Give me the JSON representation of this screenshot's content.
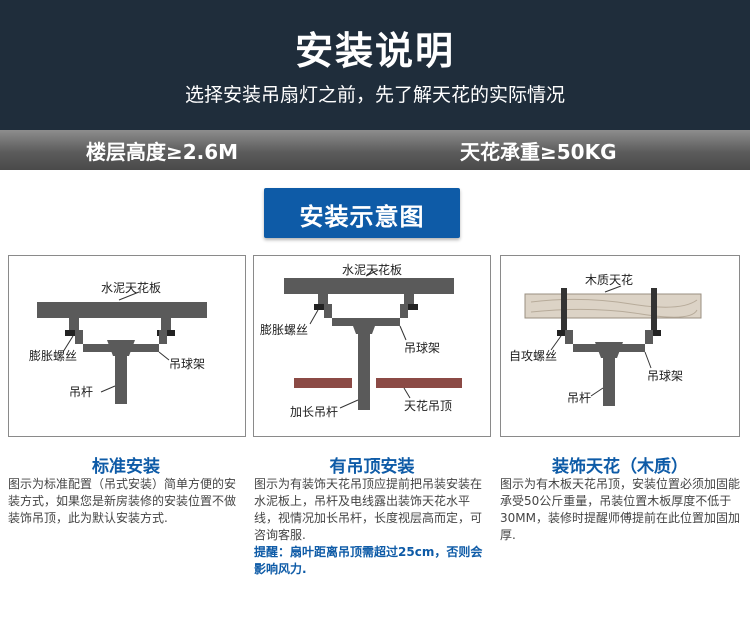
{
  "header": {
    "title": "安装说明",
    "subtitle": "选择安装吊扇灯之前，先了解天花的实际情况"
  },
  "specs": {
    "floor_height": "楼层高度≥2.6M",
    "ceiling_load": "天花承重≥50KG"
  },
  "section_title": "安装示意图",
  "diagrams": {
    "standard": {
      "ceiling": "水泥天花板",
      "bolt": "膨胀螺丝",
      "bracket": "吊球架",
      "rod": "吊杆"
    },
    "suspended": {
      "ceiling": "水泥天花板",
      "bolt": "膨胀螺丝",
      "bracket": "吊球架",
      "rod": "加长吊杆",
      "drop_ceiling": "天花吊顶"
    },
    "wood": {
      "ceiling": "木质天花",
      "bolt": "自攻螺丝",
      "bracket": "吊球架",
      "rod": "吊杆"
    }
  },
  "columns": [
    {
      "title": "标准安装",
      "text": "图示为标准配置（吊式安装）简单方便的安装方式，如果您是新房装修的安装位置不做装饰吊顶，此为默认安装方式."
    },
    {
      "title": "有吊顶安装",
      "text": "图示为有装饰天花吊顶应提前把吊装安装在水泥板上，吊杆及电线露出装饰天花水平线，视情况加长吊杆，长度视层高而定，可咨询客服.",
      "warning": "提醒：扇叶距离吊顶需超过25cm，否则会影响风力."
    },
    {
      "title": "装饰天花（木质）",
      "text": "图示为有木板天花吊顶，安装位置必须加固能承受50公斤重量，吊装位置木板厚度不低于30MM，装修时提醒师傅提前在此位置加固加厚."
    }
  ],
  "colors": {
    "header_bg": "#1f2d3b",
    "accent_blue": "#0e5ba7",
    "bracket_gray": "#5a5a5a",
    "drop_ceiling": "#8b4a45"
  }
}
